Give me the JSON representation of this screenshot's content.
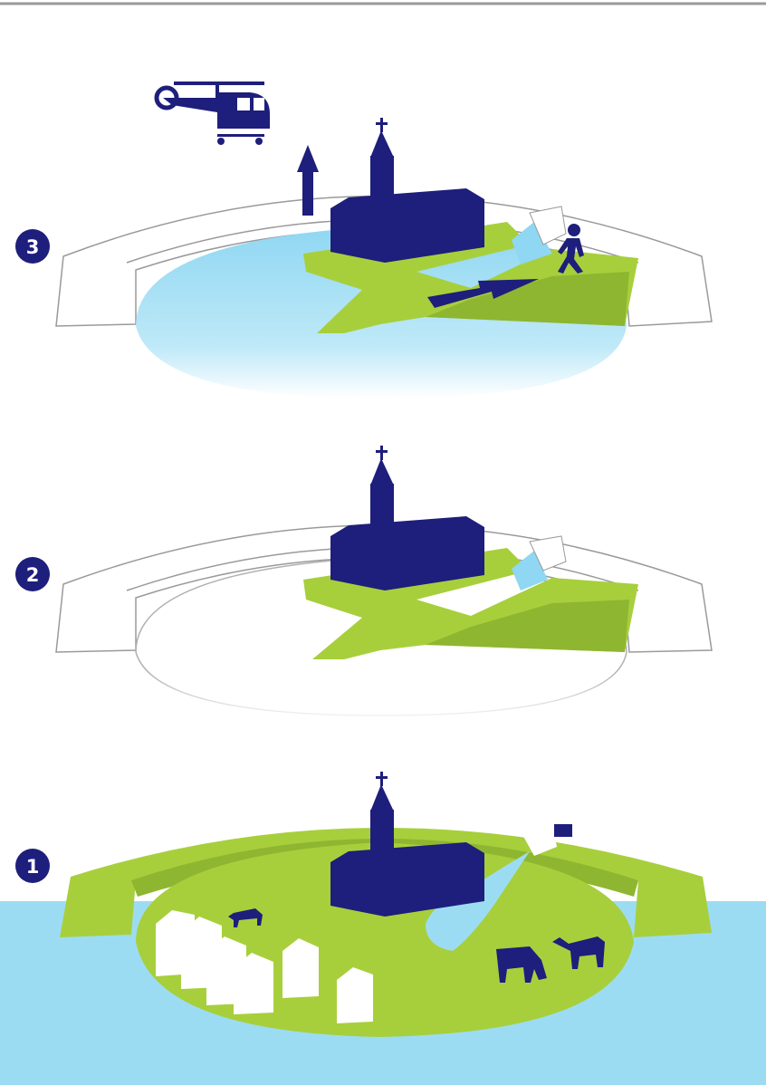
{
  "steps": [
    {
      "number": "3"
    },
    {
      "number": "2"
    },
    {
      "number": "1"
    }
  ],
  "colors": {
    "navy": "#1e1e7c",
    "green": "#a7cf3c",
    "green_dark": "#8fb630",
    "water": "#9cdcf3",
    "water_light": "#cdeffa",
    "outline": "#9a9a9a",
    "rule": "#9a9a9a"
  }
}
